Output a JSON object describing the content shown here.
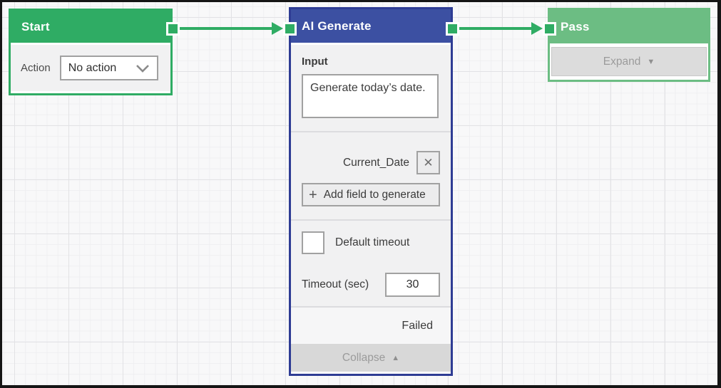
{
  "colors": {
    "start_green": "#2fac64",
    "pass_green": "#6cbd83",
    "ai_header_blue": "#3c50a2",
    "ai_border_navy": "#2e3c94",
    "edge_green": "#2fac64",
    "grid_minor": "#efeff1",
    "grid_major": "#e2e2e5",
    "node_body_gray": "#f1f1f2",
    "footer_gray": "#d8d8d8",
    "muted_text": "#9b9b9b"
  },
  "nodes": {
    "start": {
      "title": "Start",
      "action_label": "Action",
      "action_value": "No action"
    },
    "ai_generate": {
      "title": "AI Generate",
      "input_label": "Input",
      "input_value": "Generate today’s date.",
      "field_chip": "Current_Date",
      "remove_icon": "✕",
      "plus_icon": "+",
      "add_field_label": "Add field to generate",
      "default_timeout_label": "Default timeout",
      "timeout_label": "Timeout (sec)",
      "timeout_value": "30",
      "status_label": "Failed",
      "collapse_label": "Collapse",
      "collapse_icon": "▲"
    },
    "pass": {
      "title": "Pass",
      "expand_label": "Expand",
      "expand_icon": "▼"
    }
  }
}
